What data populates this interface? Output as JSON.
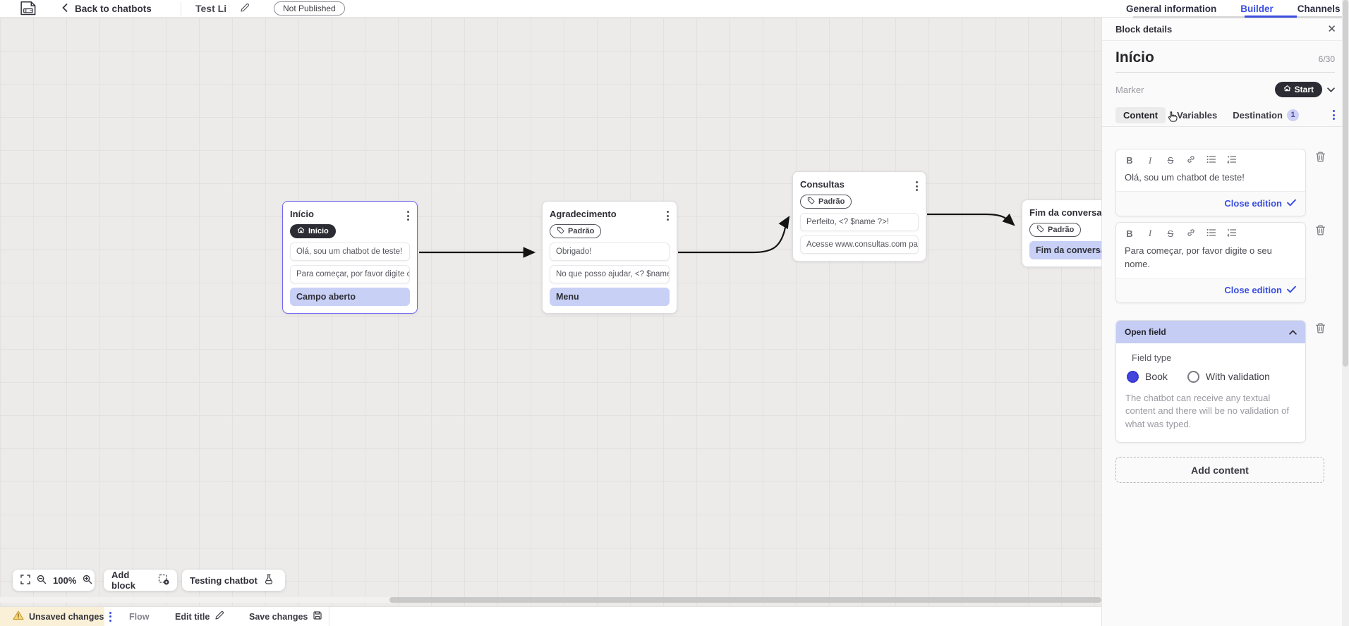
{
  "header": {
    "back_label": "Back to chatbots",
    "chatbot_title": "Test Li",
    "status_badge": "Not Published",
    "nav": [
      {
        "label": "General information",
        "active": false
      },
      {
        "label": "Builder",
        "active": true
      },
      {
        "label": "Channels",
        "active": false
      }
    ]
  },
  "canvas": {
    "blocks": [
      {
        "title": "Início",
        "badge": "Início",
        "items": [
          {
            "text": "Olá, sou um chatbot de teste!"
          },
          {
            "text": "Para começar, por favor digite o ..."
          },
          {
            "text": "Campo aberto"
          }
        ]
      },
      {
        "title": "Agradecimento",
        "badge": "Padrão",
        "items": [
          {
            "text": "Obrigado!"
          },
          {
            "text": "No que posso ajudar, <? $name ..."
          },
          {
            "text": "Menu"
          }
        ]
      },
      {
        "title": "Consultas",
        "badge": "Padrão",
        "items": [
          {
            "text": "Perfeito, <? $name ?>!"
          },
          {
            "text": "Acesse www.consultas.com par..."
          }
        ]
      },
      {
        "title": "Fim da conversa",
        "badge": "Padrão",
        "items": [
          {
            "text": "Fim da conversa"
          }
        ]
      }
    ],
    "toolbar": {
      "zoom_level": "100%",
      "add_block": "Add block",
      "testing_chatbot": "Testing chatbot"
    }
  },
  "status_bar": {
    "unsaved": "Unsaved changes",
    "flow": "Flow",
    "edit_title": "Edit title",
    "save": "Save changes"
  },
  "panel": {
    "header": "Block details",
    "block_name": "Início",
    "counter": "6/30",
    "marker_label": "Marker",
    "marker_value": "Start",
    "tabs": [
      {
        "label": "Content",
        "active": true
      },
      {
        "label": "Variables",
        "active": false
      },
      {
        "label": "Destination",
        "active": false,
        "badge": "1"
      }
    ],
    "editors": [
      {
        "text": "Olá, sou um chatbot de teste!",
        "close_label": "Close edition"
      },
      {
        "text": "Para começar, por favor digite o seu nome.",
        "close_label": "Close edition"
      }
    ],
    "open_field": {
      "title": "Open field",
      "field_type_label": "Field type",
      "options": [
        {
          "label": "Book",
          "selected": true
        },
        {
          "label": "With validation",
          "selected": false
        }
      ],
      "description": "The chatbot can receive any textual content and there will be no validation of what was typed."
    },
    "add_content": "Add content"
  },
  "icons": {
    "close": "✕",
    "bold": "B",
    "italic": "I",
    "strike": "S"
  },
  "colors": {
    "accent_blue": "#3a4ee0",
    "selection_purple": "#6f66f0",
    "highlight_lavender": "#c8d0f6",
    "dark_badge": "#2c2c34",
    "warning_bg": "#faf0d7",
    "canvas_bg": "#ecebea"
  }
}
